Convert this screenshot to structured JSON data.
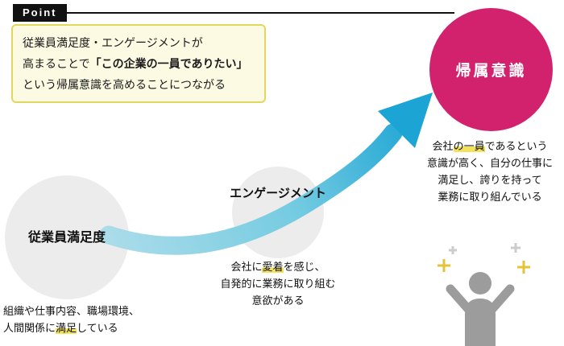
{
  "point": {
    "label": "Point"
  },
  "callout": {
    "line1": "従業員満足度・エンゲージメントが",
    "line2_pre": "高まることで",
    "line2_bold": "「この企業の一員でありたい」",
    "line3": "という帰属意識を高めることにつながる"
  },
  "circles": {
    "satisfaction": {
      "label": "従業員満足度"
    },
    "engagement": {
      "label": "エンゲージメント"
    },
    "belonging": {
      "label": "帰属意識"
    }
  },
  "descriptions": {
    "satisfaction": {
      "line1": "組織や仕事内容、職場環境、",
      "line2_pre": "人間関係に",
      "line2_hl": "満足",
      "line2_post": "している"
    },
    "engagement": {
      "line1_pre": "会社に",
      "line1_hl": "愛着",
      "line1_post": "を感じ、",
      "line2": "自発的に業務に取り組む",
      "line3": "意欲がある"
    },
    "belonging": {
      "line1_pre": "会社",
      "line1_hl": "の一員",
      "line1_post": "であるという",
      "line2": "意識が高く、自分の仕事に",
      "line3": "満足し、誇りを持って",
      "line4": "業務に取り組んでいる"
    }
  },
  "icons": {
    "arrow": "growth-arrow-icon",
    "person": "cheering-person-icon",
    "sparkles": "sparkle-plus-icon"
  },
  "colors": {
    "belonging_circle": "#d2226d",
    "gray_circle": "#ececec",
    "arrow_light": "#abdcea",
    "arrow_mid": "#74cbe1",
    "arrow_dark": "#1ba4d4",
    "highlight_yellow": "#f2e25c",
    "callout_bg": "#fcfae3",
    "callout_border": "#e2d65e",
    "point_bg": "#111111",
    "person_gray": "#9c9c9c",
    "sparkle_yellow": "#e4c33a",
    "sparkle_gray": "#cccccc"
  }
}
